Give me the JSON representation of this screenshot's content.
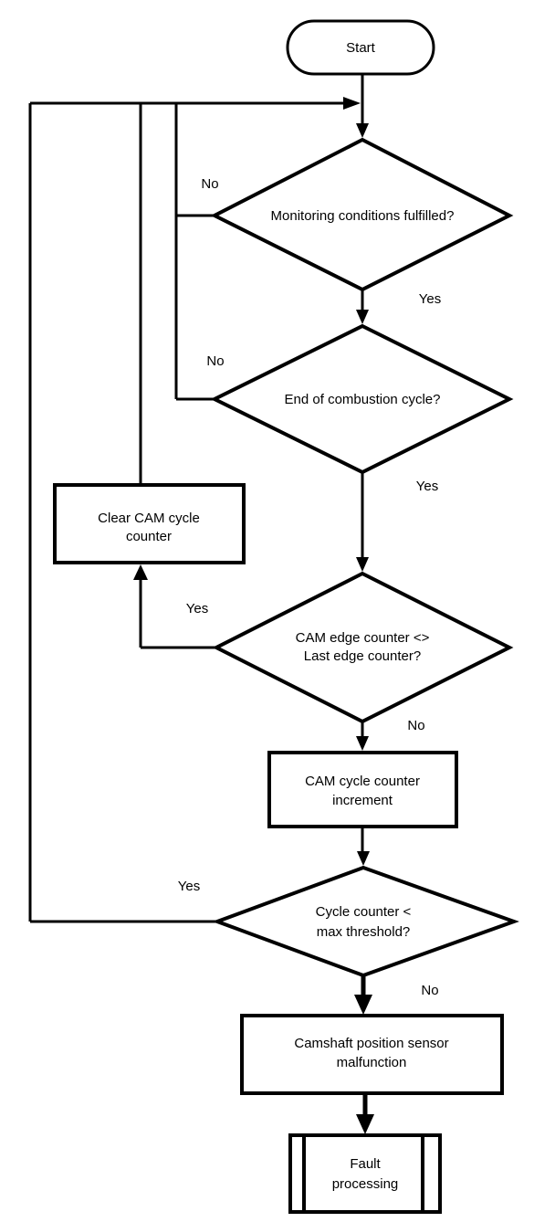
{
  "diagram": {
    "background": "#ffffff",
    "stroke_color": "#000000",
    "text_color": "#000000",
    "nodes": {
      "start": {
        "type": "terminator",
        "label": "Start"
      },
      "monitoring_decision": {
        "type": "decision",
        "label": "Monitoring conditions fulfilled?"
      },
      "combustion_decision": {
        "type": "decision",
        "label": "End of combustion cycle?"
      },
      "clear_counter": {
        "type": "process",
        "line1": "Clear CAM cycle",
        "line2": "counter"
      },
      "edge_counter_decision": {
        "type": "decision",
        "line1": "CAM edge counter <>",
        "line2": "Last edge counter?"
      },
      "increment_counter": {
        "type": "process",
        "line1": "CAM cycle counter",
        "line2": "increment"
      },
      "threshold_decision": {
        "type": "decision",
        "line1": "Cycle counter <",
        "line2": "max threshold?"
      },
      "sensor_malfunction": {
        "type": "process",
        "line1": "Camshaft position sensor",
        "line2": "malfunction"
      },
      "fault_processing": {
        "type": "predefined_process",
        "line1": "Fault",
        "line2": "processing"
      }
    },
    "edge_labels": {
      "monitoring_no": "No",
      "monitoring_yes": "Yes",
      "combustion_no": "No",
      "combustion_yes": "Yes",
      "edge_counter_yes": "Yes",
      "edge_counter_no": "No",
      "threshold_yes": "Yes",
      "threshold_no": "No"
    }
  }
}
